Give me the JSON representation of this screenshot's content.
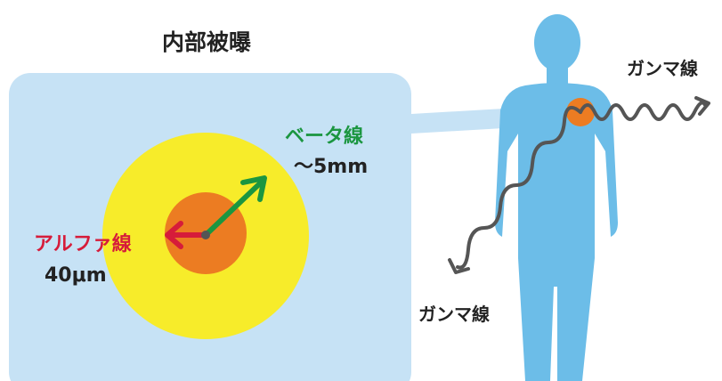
{
  "title": "内部被曝",
  "labels": {
    "beta": "ベータ線",
    "beta_range": "〜5mm",
    "alpha": "アルファ線",
    "alpha_range": "40μm",
    "gamma_right": "ガンマ線",
    "gamma_bottom": "ガンマ線"
  },
  "colors": {
    "panel": "#c6e2f5",
    "beta_zone": "#f7ec2a",
    "alpha_zone": "#ec7c22",
    "beta": "#1b9640",
    "alpha": "#d61c3a",
    "body": "#6cbde8",
    "gamma": "#555555",
    "text": "#222222"
  }
}
